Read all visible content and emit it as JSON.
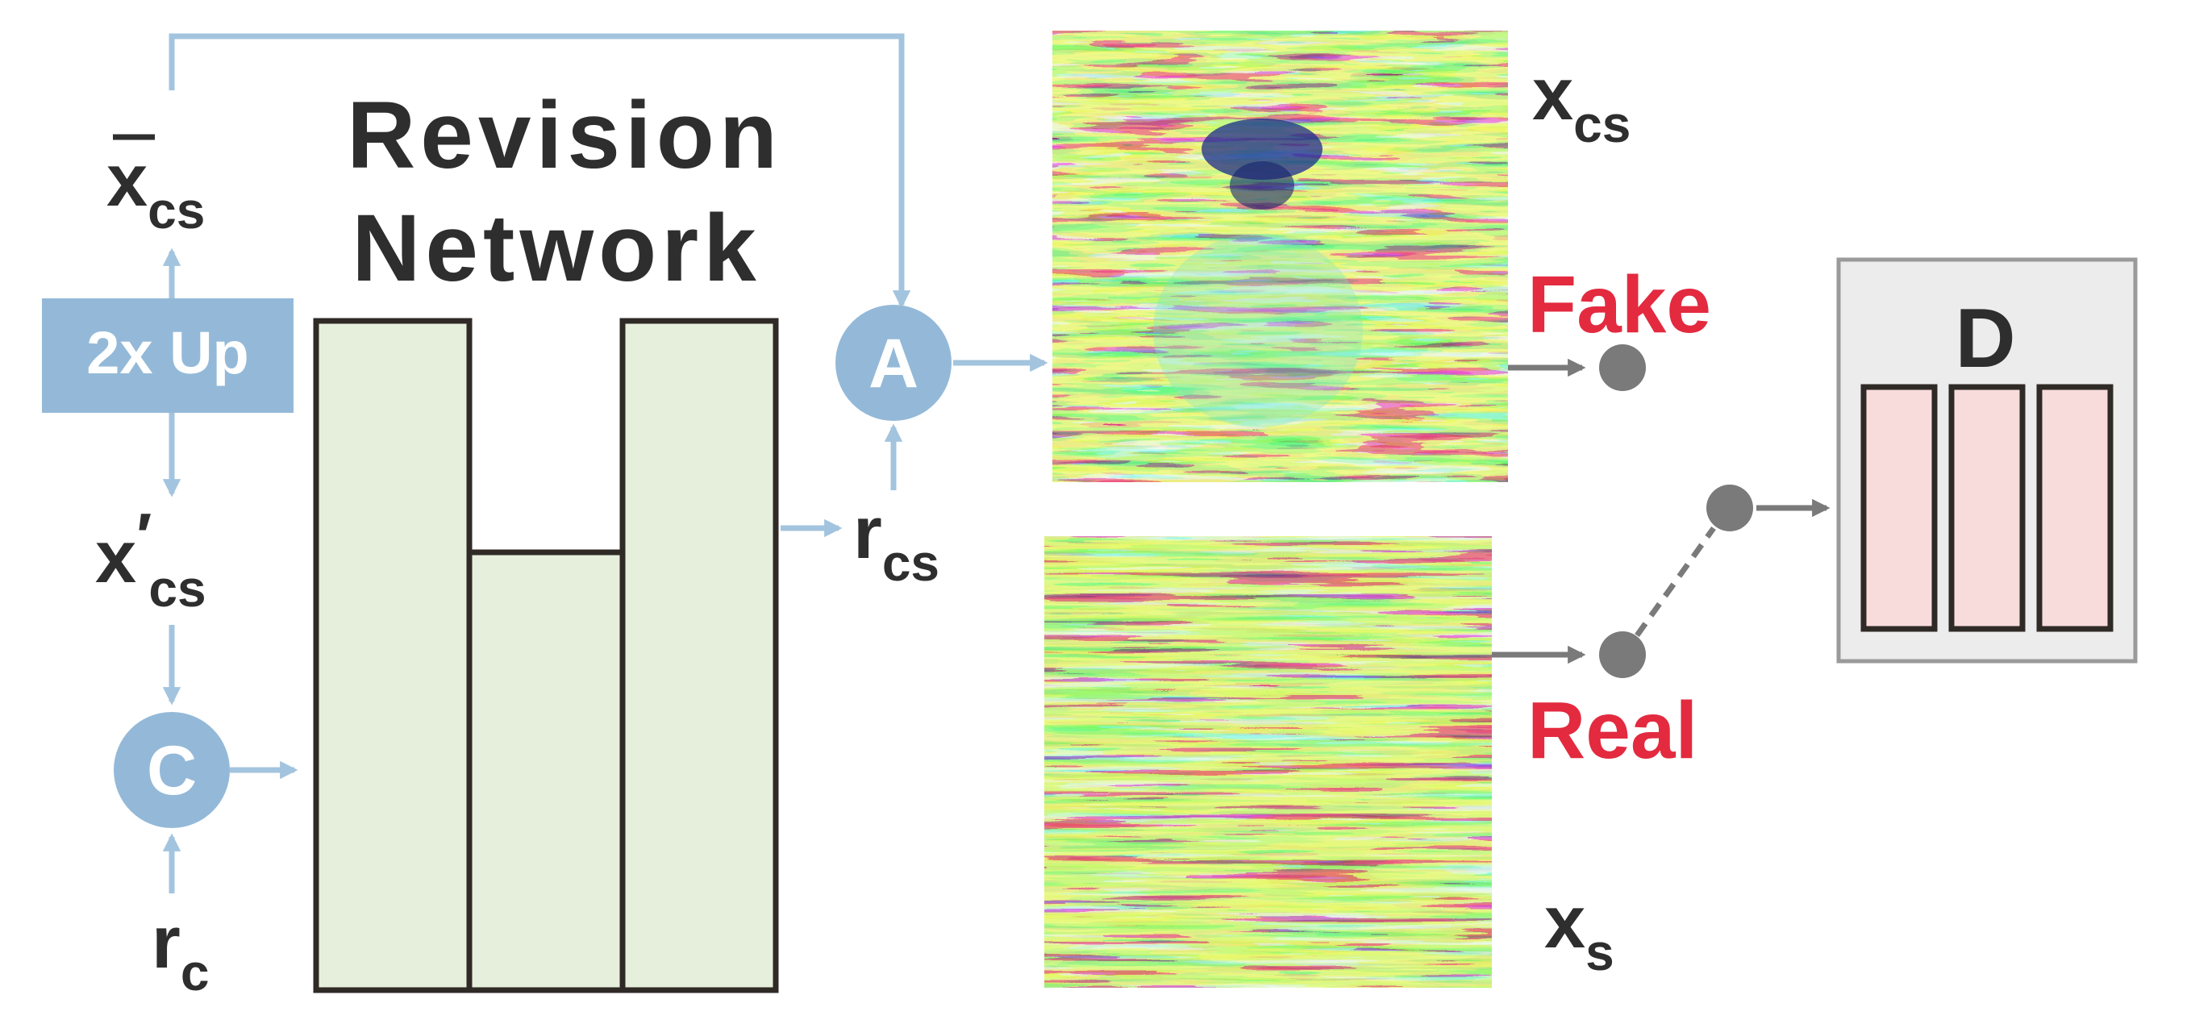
{
  "colors": {
    "arrow_blue": "#a3c4de",
    "block_blue": "#94b9d8",
    "revision_fill": "#e6efdc",
    "block_stroke": "#2f2a26",
    "disc_fill": "#f8dcdc",
    "disc_box_fill": "#ececec",
    "disc_box_stroke": "#9a9a9a",
    "gray_node": "#7a7a7a",
    "label_red": "#e32a3f",
    "label_dark": "#2e2e2e"
  },
  "labels": {
    "revision_line1": "Revision",
    "revision_line2": "Network",
    "up_block": "2x Up",
    "op_concat": "C",
    "op_add": "A",
    "fake": "Fake",
    "real": "Real",
    "discriminator": "D"
  },
  "symbols": {
    "xbar_cs": {
      "base": "x",
      "sub": "cs"
    },
    "xprime_cs": {
      "base": "x",
      "prime": "′",
      "sub": "cs"
    },
    "r_c": {
      "base": "r",
      "sub": "c"
    },
    "r_cs": {
      "base": "r",
      "sub": "cs"
    },
    "x_cs": {
      "base": "x",
      "sub": "cs"
    },
    "x_s": {
      "base": "x",
      "sub": "s"
    }
  }
}
